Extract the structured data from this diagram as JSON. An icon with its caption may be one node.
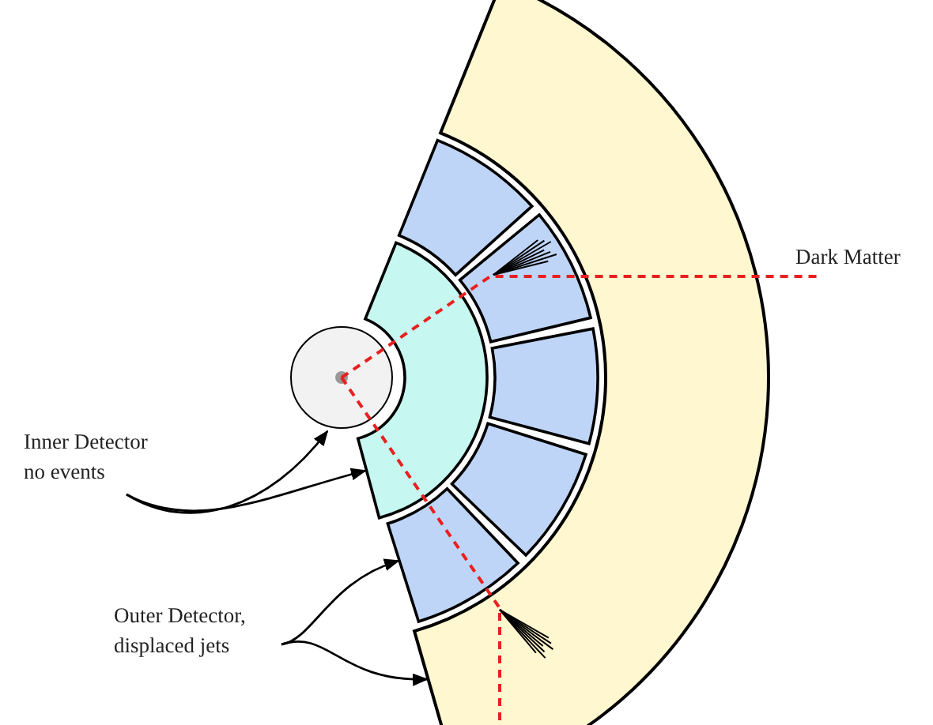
{
  "diagram": {
    "nodes": [
      {
        "text": [
          "Inner Detector no events"
        ]
      },
      {
        "text": [],
        "shape": "circle"
      },
      {
        "text": [],
        "shape": "band"
      },
      {
        "text": [
          "Outer Detector, displaced jets"
        ]
      },
      {
        "text": [],
        "shape": "band"
      },
      {
        "text": [],
        "shape": "band"
      },
      {
        "text": [],
        "shape": "band"
      },
      {
        "text": [],
        "shape": "band"
      },
      {
        "text": [],
        "shape": "band"
      },
      {
        "text": [],
        "shape": "band"
      }
    ],
    "edges": [
      {
        "from": 0,
        "to": 1,
        "arrow": "to"
      },
      {
        "from": 0,
        "to": 2,
        "arrow": "to"
      },
      {
        "from": 3,
        "to": 4,
        "arrow": "to"
      },
      {
        "from": 3,
        "to": 5,
        "arrow": "to"
      }
    ],
    "labels": [
      "Dark Matter"
    ]
  }
}
